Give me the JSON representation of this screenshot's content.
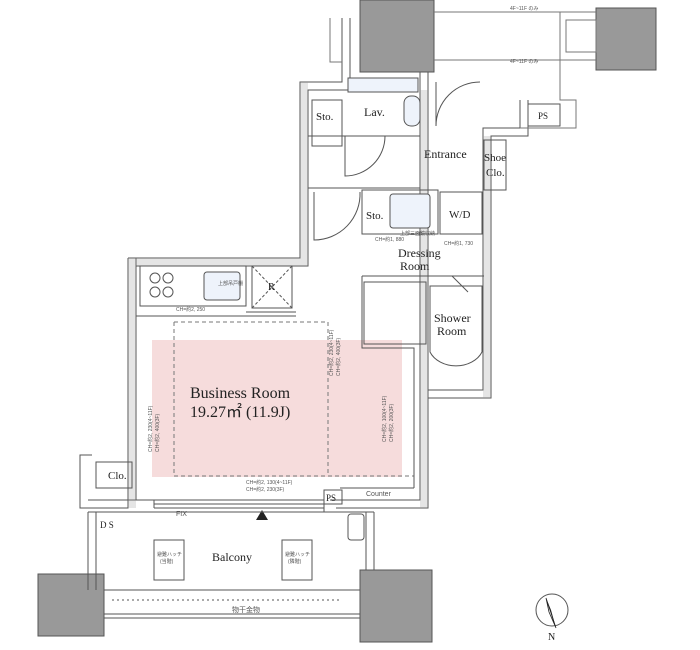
{
  "rooms": {
    "main_name": "Business Room",
    "main_area": "19.27㎡ (11.9J)",
    "lav": "Lav.",
    "entrance": "Entrance",
    "shoe_clo_1": "Shoe",
    "shoe_clo_2": "Clo.",
    "wd": "W/D",
    "dressing_1": "Dressing",
    "dressing_2": "Room",
    "shower_1": "Shower",
    "shower_2": "Room",
    "sto_top": "Sto.",
    "sto_mid": "Sto.",
    "clo_left": "Clo.",
    "balcony": "Balcony",
    "ds": "D S",
    "ps_top": "PS",
    "ps_bottom": "PS",
    "counter": "Counter",
    "fix": "FIX",
    "refrigerator": "R"
  },
  "small_notes": {
    "ch_kitchen": "CH=約2, 250",
    "ch_dressing_1": "CH=約1, 880",
    "ch_dressing_2": "CH=約1, 730",
    "upper_cabinet_1": "上部吊戸棚",
    "upper_cabinet_2": "上部三面鏡収納",
    "ch_left_a": "CH=約2, 230(4~11F)",
    "ch_left_b": "CH=約2, 400(3F)",
    "ch_center_a": "CH=約2, 230(4~11F)",
    "ch_center_b": "CH=約2, 400(3F)",
    "ch_right_a": "CH=約2, 100(4~11F)",
    "ch_right_b": "CH=約2, 200(3F)",
    "ch_bottom_a": "CH=約2, 130(4~11F)",
    "ch_bottom_b": "CH=約2, 230(3F)",
    "top_dim_1": "4F~11F のみ",
    "top_dim_2": "4F~11F のみ",
    "hatch_left_1": "避難ハッチ",
    "hatch_left_2": "(当階)",
    "hatch_right_1": "避難ハッチ",
    "hatch_right_2": "(隣階)",
    "clothes_rail": "物干金物"
  },
  "compass": {
    "label": "N"
  },
  "colors": {
    "highlight": "#f6dcdc",
    "wall": "#999999",
    "wall_stroke": "#555555"
  }
}
